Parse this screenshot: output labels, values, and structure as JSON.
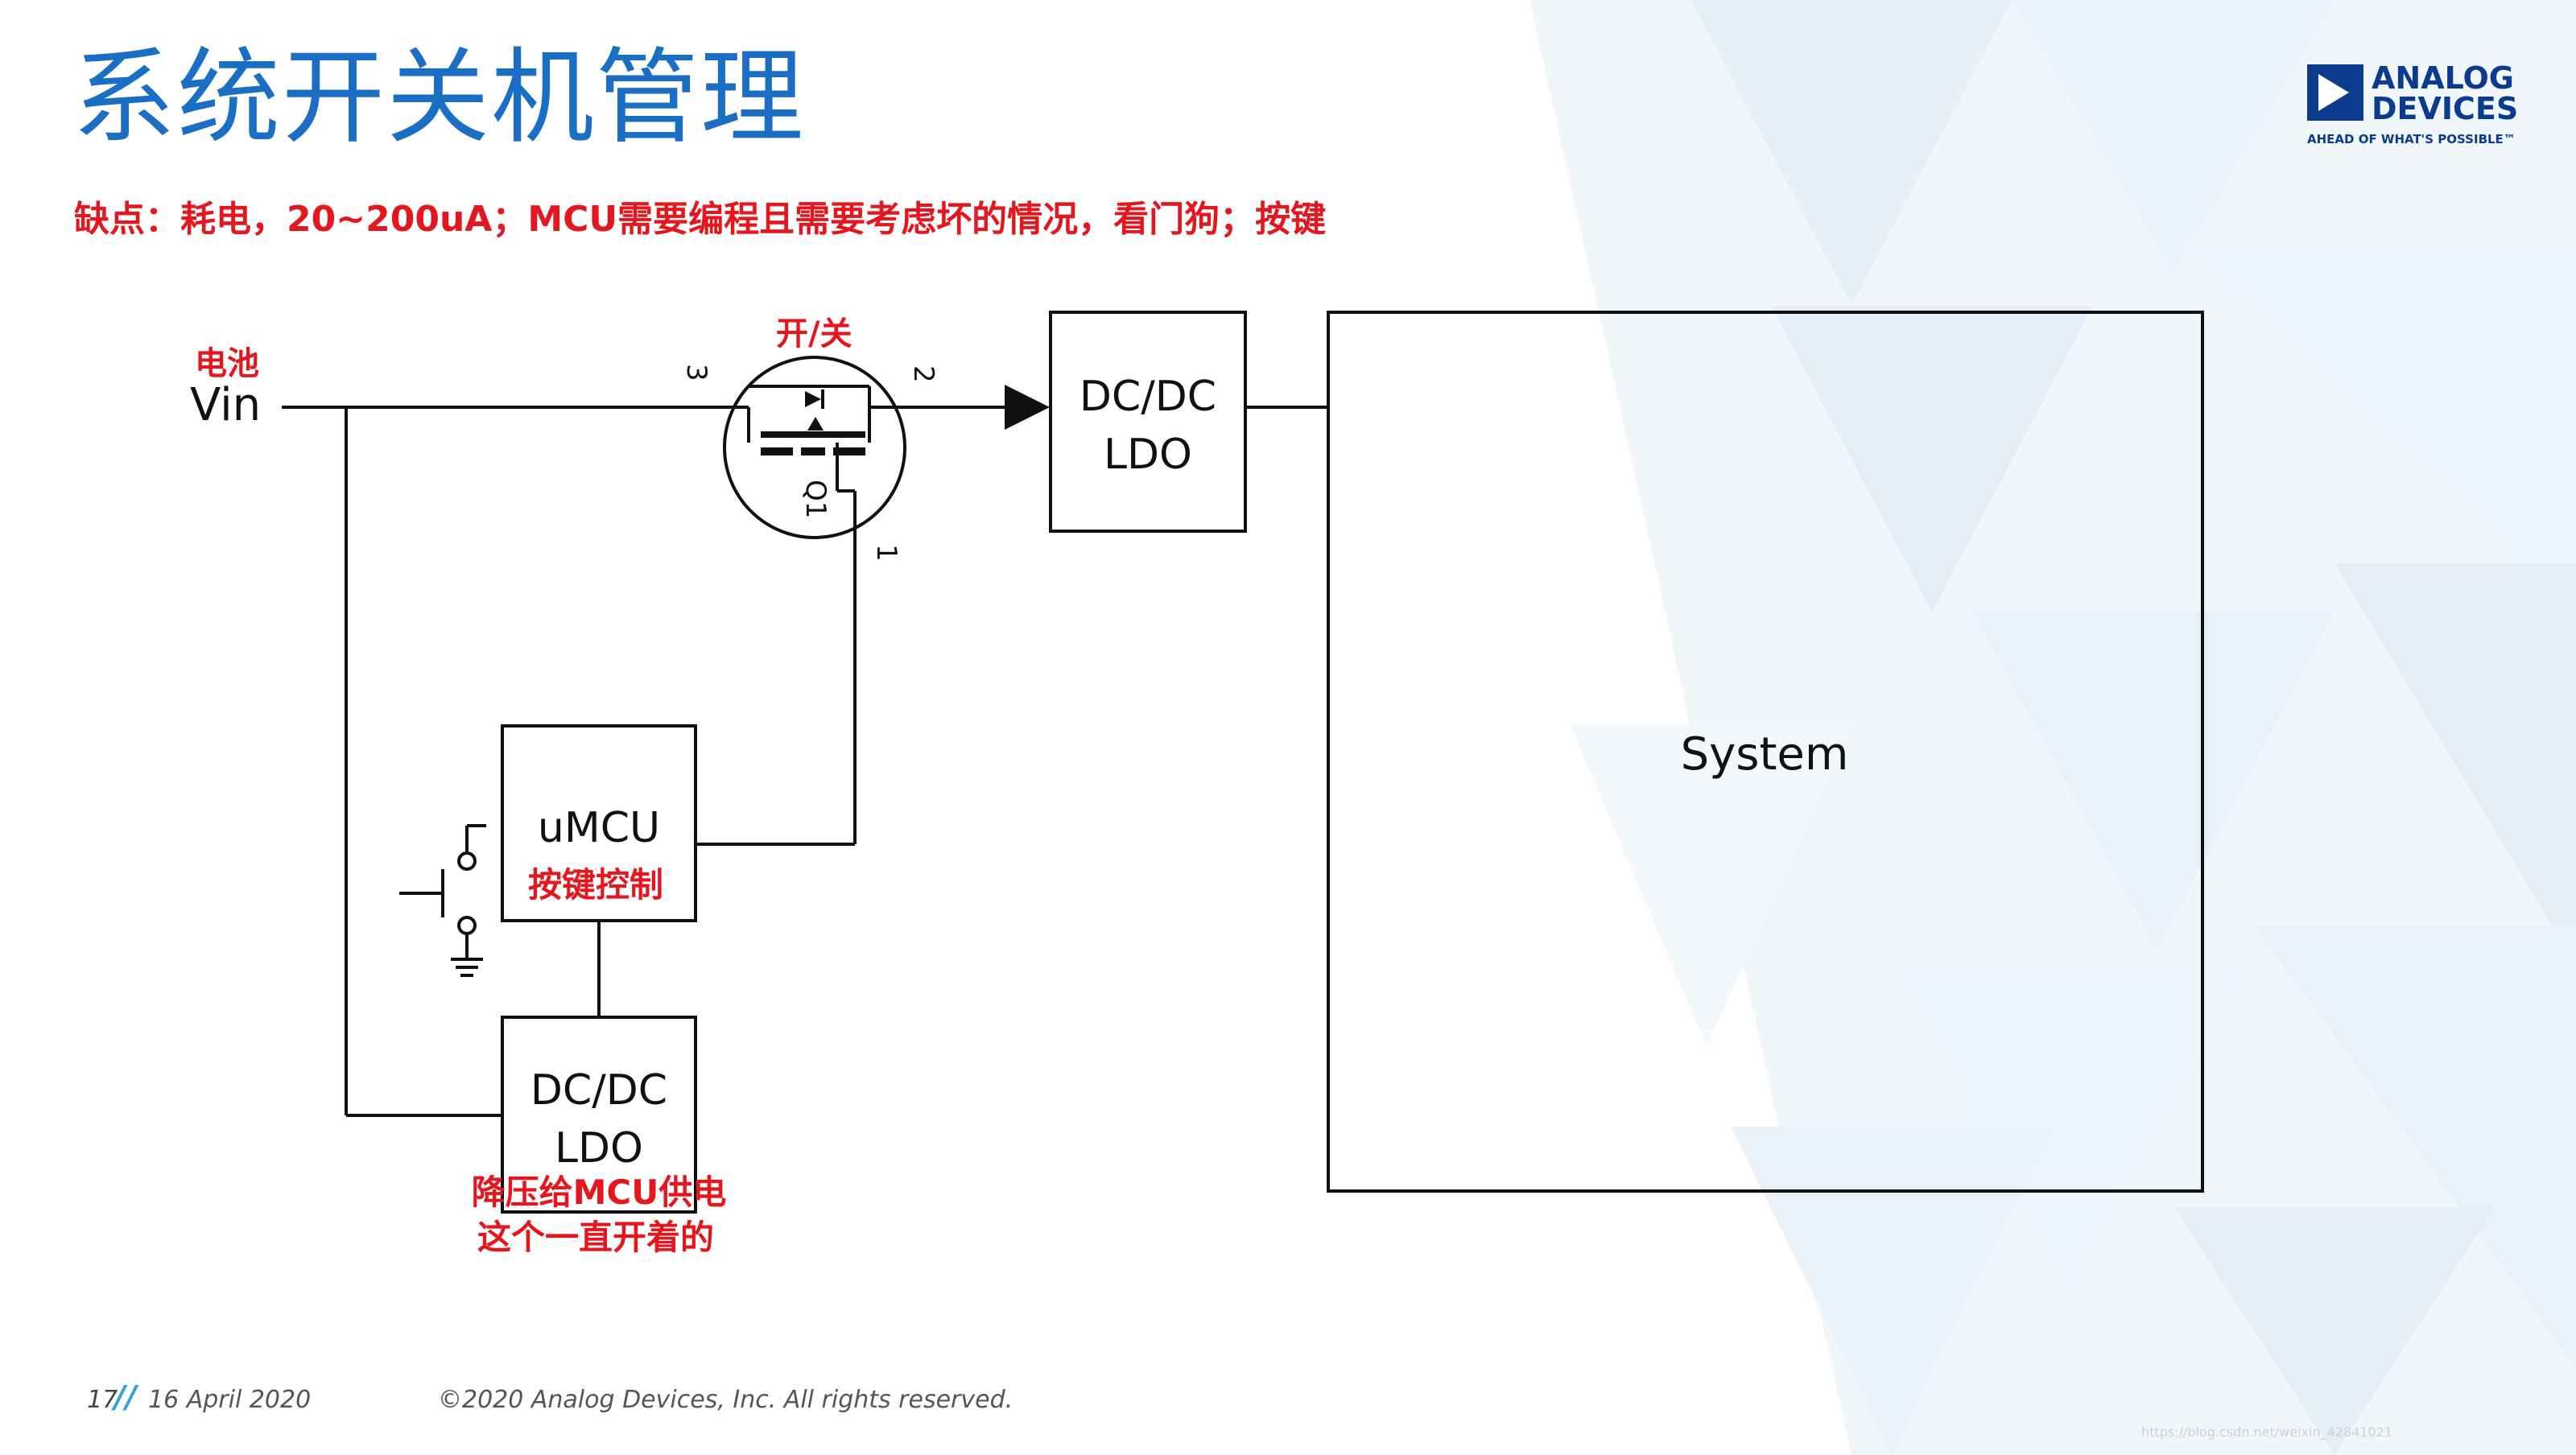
{
  "title": "系统开关机管理",
  "subtitle": "缺点：耗电，20~200uA；MCU需要编程且需要考虑坏的情况，看门狗；按键",
  "logo": {
    "line1": "ANALOG",
    "line2": "DEVICES",
    "tagline": "AHEAD OF WHAT'S POSSIBLE™"
  },
  "diagram": {
    "battery_label": "电池",
    "vin_label": "Vin",
    "switch_label": "开/关",
    "pin3": "3",
    "pin2": "2",
    "pin1": "1",
    "transistor_ref": "Q1",
    "dcdc_top_line1": "DC/DC",
    "dcdc_top_line2": "LDO",
    "system_label": "System",
    "umcu_label": "uMCU",
    "umcu_note": "按键控制",
    "dcdc_bottom_line1": "DC/DC",
    "dcdc_bottom_line2": "LDO",
    "dcdc_bottom_note1": "降压给MCU供电",
    "dcdc_bottom_note2": "这个一直开着的"
  },
  "footer": {
    "page": "17",
    "date": "16 April 2020",
    "copyright": "©2020 Analog Devices, Inc. All rights reserved."
  },
  "watermark": "https://blog.csdn.net/weixin_42841021",
  "colors": {
    "title_blue": "#1a6fc4",
    "accent_red": "#e4161e",
    "footer_slash": "#2fa3da"
  }
}
